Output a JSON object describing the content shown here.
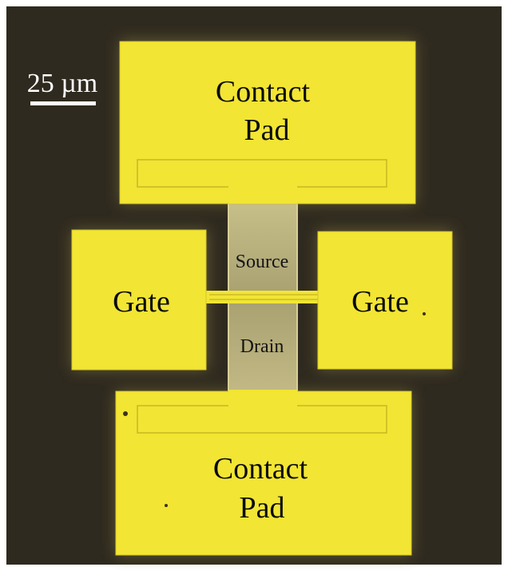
{
  "scale_bar": {
    "label": "25 µm"
  },
  "labels": {
    "top_pad_line1": "Contact",
    "top_pad_line2": "Pad",
    "bottom_pad_line1": "Contact",
    "bottom_pad_line2": "Pad",
    "gate_left": "Gate",
    "gate_right": "Gate",
    "source": "Source",
    "drain": "Drain"
  },
  "colors": {
    "substrate": "#2f2a1f",
    "gold": "#f2e534",
    "gold_edge": "#d6c624",
    "channel": "#b9b07a",
    "halo": "#6b6238"
  }
}
